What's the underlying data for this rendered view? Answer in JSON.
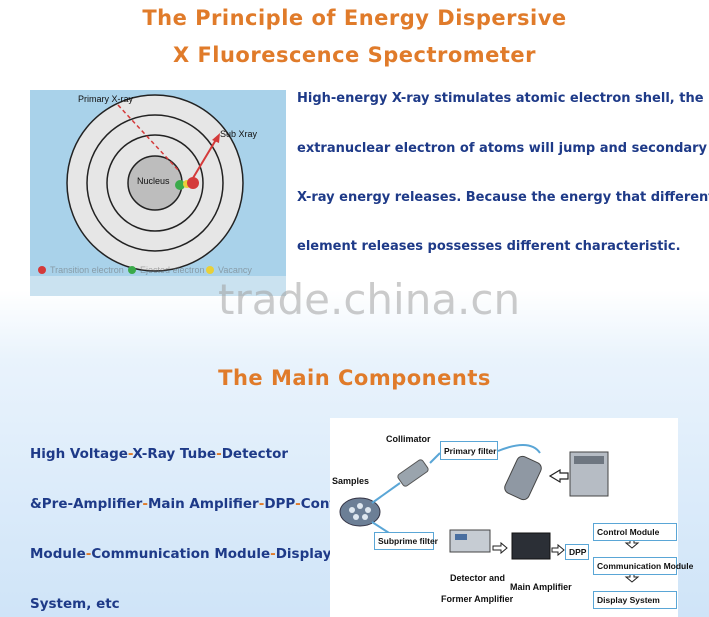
{
  "titles": {
    "line1": "The Principle of Energy Dispersive",
    "line2": "X Fluorescence Spectrometer",
    "components": "The Main Components"
  },
  "atom_diagram": {
    "primary_label": "Primary X-ray",
    "sub_label": "Sub Xray",
    "nucleus_label": "Nucleus",
    "legend": [
      "Transition electron",
      "Ejected electron",
      "Vacancy"
    ]
  },
  "principle_text": [
    "High-energy X-ray stimulates atomic electron shell,  the",
    "extranuclear electron of atoms will jump and  secondary",
    "X-ray energy releases. Because the energy that different",
    "element releases possesses different characteristic."
  ],
  "watermark": "trade.china.cn",
  "components_text": {
    "line1": [
      "High Voltage",
      "-",
      "X-Ray Tube",
      "-",
      "Detector"
    ],
    "line2": [
      "&Pre-Amplifier",
      "-",
      "Main Amplifier",
      "-",
      "DPP",
      "-",
      "Control"
    ],
    "line3": [
      "Module",
      "-",
      "Communication Module",
      "-",
      "Display"
    ],
    "line4": [
      "System, etc"
    ]
  },
  "flow_diagram": {
    "collimator": "Collimator",
    "primary_filter": "Primary filter",
    "samples": "Samples",
    "subprime_filter": "Subprime filter",
    "detector": "Detector and",
    "former_amp": "Former Amplifier",
    "main_amp": "Main Amplifier",
    "dpp": "DPP",
    "control": "Control Module",
    "communication": "Communication Module",
    "display": "Display System"
  },
  "colors": {
    "title": "#e07b2a",
    "body_text": "#1e3a88",
    "panel_bg": "#a9d2ea",
    "box_border": "#5aa6d6"
  }
}
